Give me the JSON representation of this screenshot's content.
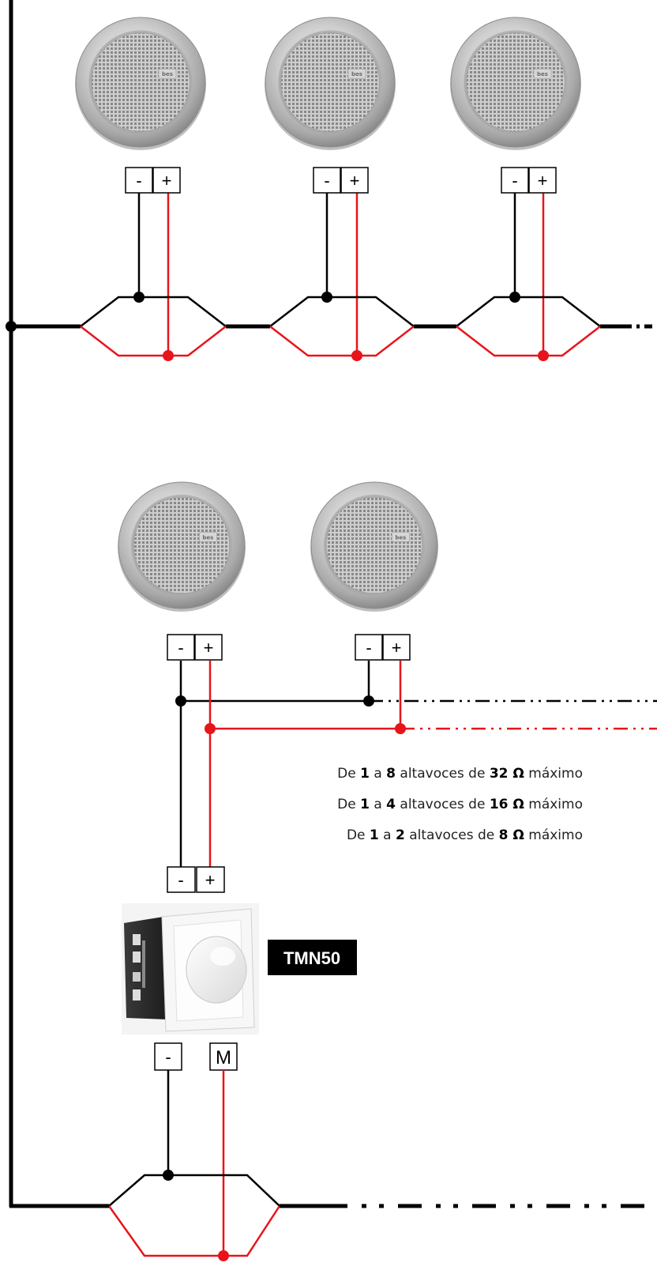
{
  "terminals": {
    "minus": "-",
    "plus": "+",
    "m": "M"
  },
  "speaker_logo": "bes",
  "spec_lines": [
    {
      "pre": "De ",
      "a": "1",
      "mid": " a ",
      "b": "8",
      "mid2": " altavoces de ",
      "c": "32 Ω",
      "post": " máximo"
    },
    {
      "pre": "De ",
      "a": "1",
      "mid": " a ",
      "b": "4",
      "mid2": " altavoces de ",
      "c": "16 Ω",
      "post": " máximo"
    },
    {
      "pre": "De ",
      "a": "1",
      "mid": " a ",
      "b": "2",
      "mid2": " altavoces de ",
      "c": "8 Ω",
      "post": " máximo"
    }
  ],
  "model_label": "TMN50",
  "colors": {
    "negative_wire": "#000000",
    "positive_wire": "#e8141b",
    "model_label_bg": "#000000"
  }
}
